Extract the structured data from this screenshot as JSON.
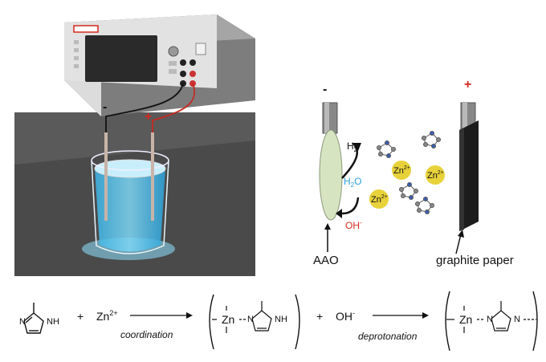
{
  "setup": {
    "minus_sign": "-",
    "plus_sign": "+"
  },
  "electrode_diagram": {
    "cathode_sign": "-",
    "anode_sign": "+",
    "h2_label": "H",
    "h2_sub": "2",
    "h2o_label": "H",
    "h2o_sub": "2",
    "h2o_tail": "O",
    "oh_label": "OH",
    "oh_sup": "-",
    "zn_label": "Zn",
    "zn_charge": "2+",
    "aao_label": "AAO",
    "graphite_label": "graphite paper",
    "colors": {
      "h2o": "#2b9fd8",
      "oh": "#d42a1f",
      "zn_ion": "#e8d23a",
      "plus_sign": "#d42a1f"
    }
  },
  "reaction": {
    "plus1": "+",
    "zn_ion": "Zn",
    "zn_ion_charge": "2+",
    "arrow1_label": "coordination",
    "complex_metal": "Zn",
    "plus2": "+",
    "hydroxide": "OH",
    "hydroxide_charge": "-",
    "arrow2_label": "deprotonation",
    "product_metal": "Zn",
    "atom_n": "N",
    "atom_nh": "NH"
  }
}
